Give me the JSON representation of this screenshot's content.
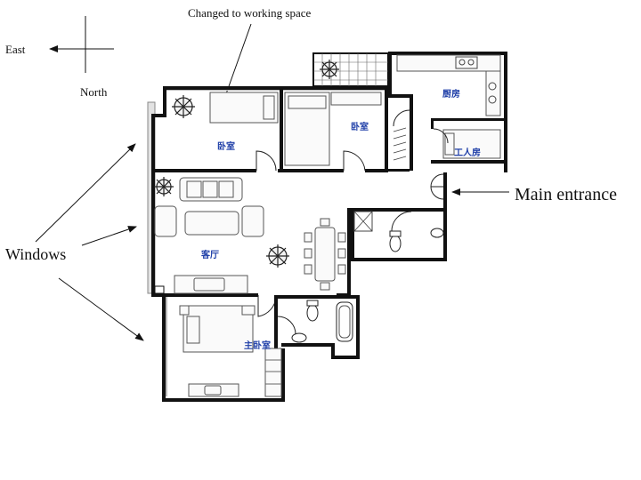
{
  "annotations": {
    "changed": "Changed to working space",
    "east": "East",
    "north": "North",
    "windows": "Windows",
    "main_entrance": "Main entrance"
  },
  "rooms": {
    "bedroom_left": "卧室",
    "bedroom_right": "卧室",
    "kitchen": "厨房",
    "maid_room": "工人房",
    "living_room": "客厅",
    "master_bedroom": "主卧室"
  },
  "colors": {
    "room_label": "#1f3fa8",
    "wall": "#111111",
    "background": "#ffffff"
  }
}
